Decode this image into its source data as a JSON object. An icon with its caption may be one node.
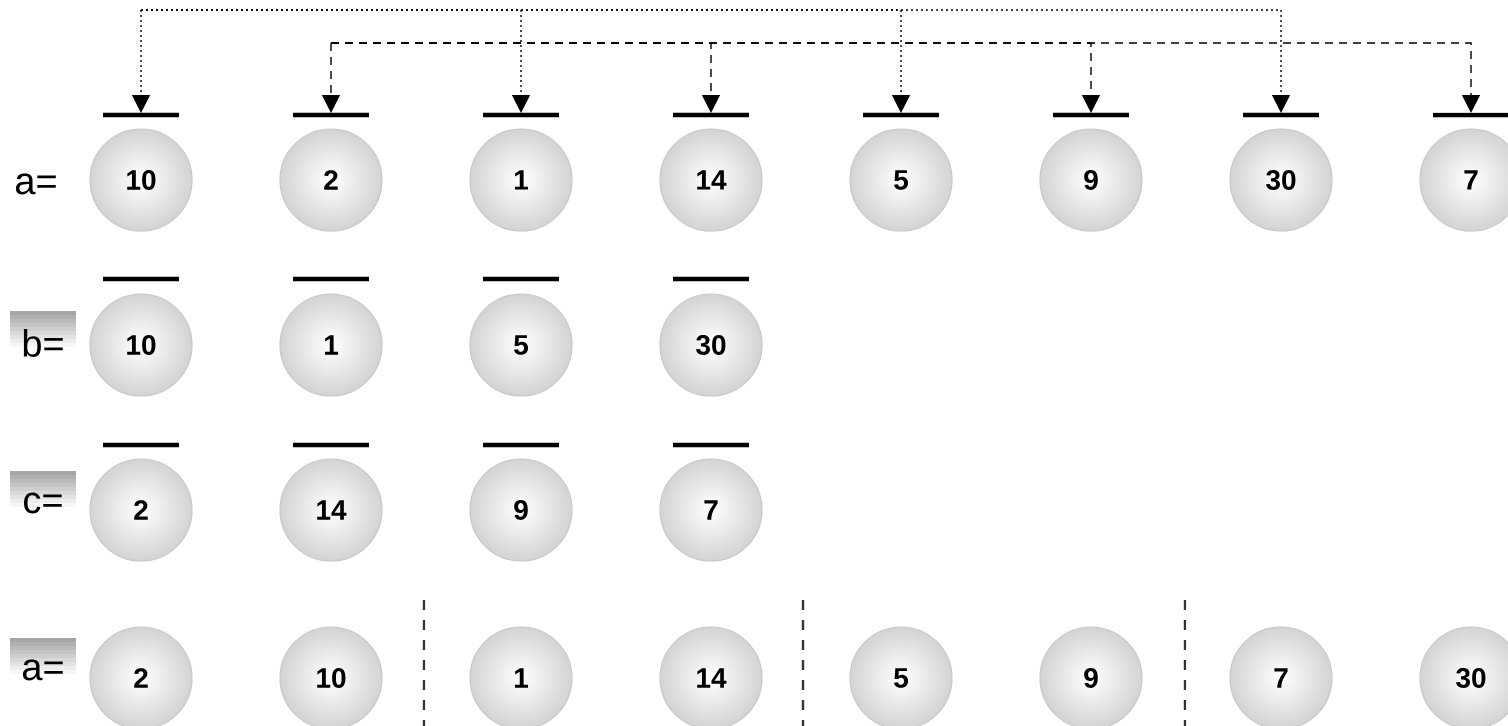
{
  "diagram": {
    "nodes": [
      {
        "text": [
          "10"
        ]
      },
      {
        "text": [
          "2"
        ]
      },
      {
        "text": [
          "1"
        ]
      },
      {
        "text": [
          "14"
        ]
      },
      {
        "text": [
          "5"
        ]
      },
      {
        "text": [
          "9"
        ]
      },
      {
        "text": [
          "30"
        ]
      },
      {
        "text": [
          "7"
        ]
      },
      {
        "text": [
          "b="
        ]
      },
      {
        "text": [
          "10"
        ]
      },
      {
        "text": [
          "1"
        ]
      },
      {
        "text": [
          "5"
        ]
      },
      {
        "text": [
          "30"
        ]
      },
      {
        "text": [
          "c="
        ]
      },
      {
        "text": [
          "2"
        ]
      },
      {
        "text": [
          "14"
        ]
      },
      {
        "text": [
          "9"
        ]
      },
      {
        "text": [
          "7"
        ]
      },
      {
        "text": [
          "a="
        ]
      },
      {
        "text": [
          "2"
        ]
      },
      {
        "text": [
          "10"
        ]
      },
      {
        "text": [
          "1"
        ]
      },
      {
        "text": [
          "14"
        ]
      },
      {
        "text": [
          "5"
        ]
      },
      {
        "text": [
          "9"
        ]
      },
      {
        "text": [
          "7"
        ]
      },
      {
        "text": [
          "30"
        ]
      }
    ],
    "edges": [
      {
        "from": null,
        "to": 0,
        "arrow": "to"
      },
      {
        "from": null,
        "to": 1,
        "arrow": "to",
        "style": "dashed"
      },
      {
        "from": null,
        "to": 2,
        "arrow": "to"
      },
      {
        "from": null,
        "to": 3,
        "arrow": "to",
        "style": "dashed"
      },
      {
        "from": null,
        "to": 4,
        "arrow": "to"
      },
      {
        "from": null,
        "to": 5,
        "arrow": "to",
        "style": "dashed"
      },
      {
        "from": null,
        "to": 6,
        "arrow": "to"
      },
      {
        "from": null,
        "to": 7,
        "arrow": "to",
        "style": "dashed"
      }
    ],
    "labels": [
      "a="
    ]
  }
}
